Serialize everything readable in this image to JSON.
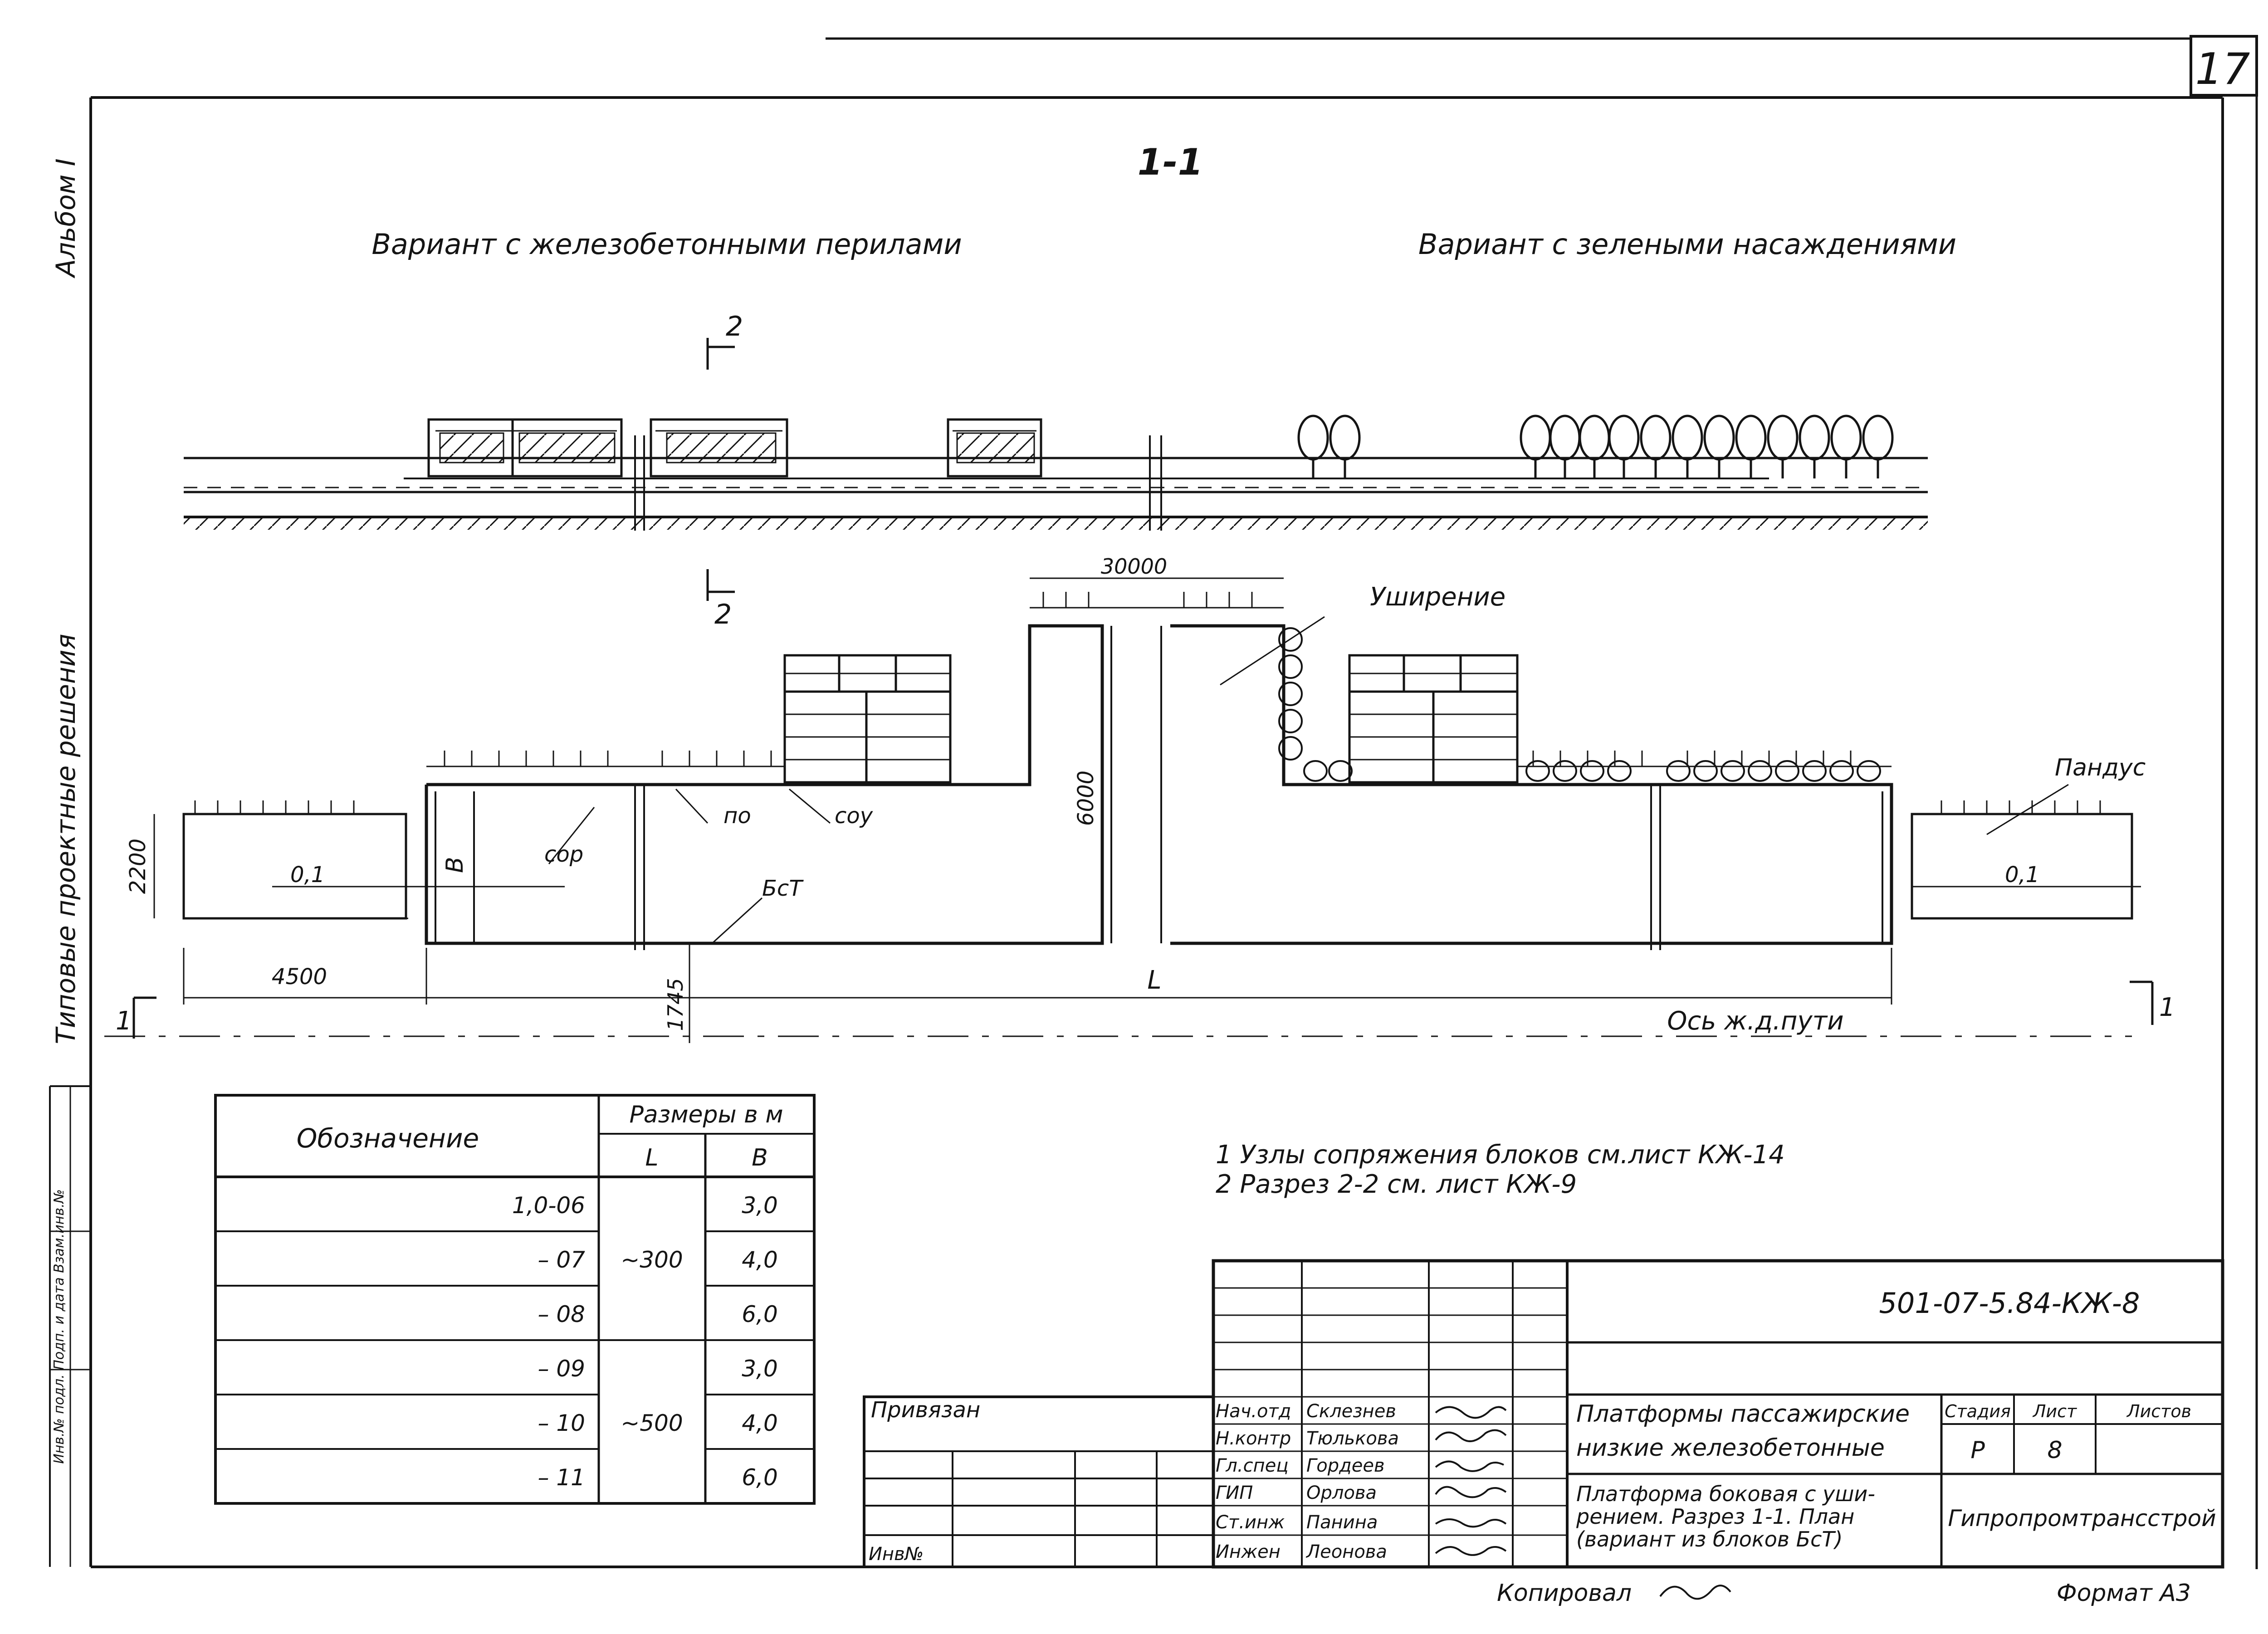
{
  "sheet_number": "17",
  "side_labels": {
    "album": "Альбом I",
    "series": "Типовые проектные решения",
    "stamp": "Инв.№ подл. Подп. и дата Взам.инв.№"
  },
  "section_title": "1-1",
  "variant_left": "Вариант с железобетонными перилами",
  "variant_right": "Вариант с зелеными насаждениями",
  "plan": {
    "cut_marker": "2",
    "cut_marker_bottom": "2",
    "dim_30000": "30000",
    "dim_6000": "6000",
    "dim_2200": "2200",
    "dim_4500": "4500",
    "dim_1745": "1745",
    "dim_L": "L",
    "dim_B": "B",
    "slope_left": "0,1",
    "slope_right": "0,1",
    "label_widening": "Уширение",
    "label_ramp": "Пандус",
    "label_cop": "сор",
    "label_po": "по",
    "label_cou": "соу",
    "label_bst": "БсТ",
    "axis_label": "Ось ж.д.пути",
    "section_marker_left": "1",
    "section_marker_right": "1"
  },
  "notes": [
    "1  Узлы сопряжения блоков  см.лист  КЖ-14",
    "2  Разрез  2-2  см. лист  КЖ-9"
  ],
  "table": {
    "header_designation": "Обозначение",
    "header_sizes": "Размеры в м",
    "header_L": "L",
    "header_B": "В",
    "rows": [
      {
        "designation": "1,0-06",
        "B": "3,0"
      },
      {
        "designation": "– 07",
        "B": "4,0"
      },
      {
        "designation": "– 08",
        "B": "6,0"
      },
      {
        "designation": "– 09",
        "B": "3,0"
      },
      {
        "designation": "– 10",
        "B": "4,0"
      },
      {
        "designation": "– 11",
        "B": "6,0"
      }
    ],
    "L_group_1": "~300",
    "L_group_2": "~500"
  },
  "title_block": {
    "code": "501-07-5.84-КЖ-8",
    "privyazan": "Привязан",
    "inv": "Инв№",
    "roles": [
      "Нач.отд",
      "Н.контр",
      "Гл.спец",
      "ГИП",
      "Ст.инж",
      "Инжен"
    ],
    "names": [
      "Склезнев",
      "Тюлькова",
      "Гордеев",
      "Орлова",
      "Панина",
      "Леонова"
    ],
    "title_line1": "Платформы пассажирские",
    "title_line2": "низкие железобетонные",
    "subtitle_line1": "Платформа боковая с уши-",
    "subtitle_line2": "рением. Разрез 1-1. План",
    "subtitle_line3": "(вариант из блоков БсТ)",
    "stage_header": "Стадия",
    "sheet_header": "Лист",
    "sheets_header": "Листов",
    "stage": "Р",
    "sheet": "8",
    "sheets": "",
    "organization": "Гипропромтрансстрой"
  },
  "footer": {
    "copied": "Копировал",
    "format": "Формат А3"
  }
}
